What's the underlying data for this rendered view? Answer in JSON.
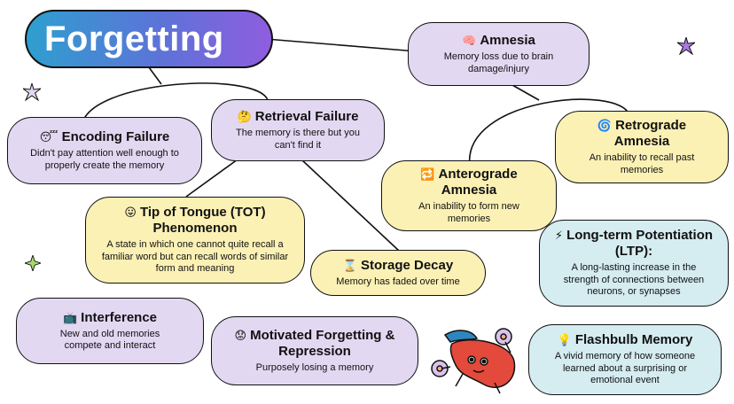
{
  "title": "Forgetting",
  "colors": {
    "purple": "#e3d8f2",
    "yellow": "#fbf1b5",
    "blue": "#d5ecf1",
    "gradient_start": "#2e9fcf",
    "gradient_end": "#8f5ddf"
  },
  "nodes": {
    "amnesia": {
      "icon": "brain-icon",
      "glyph": "🧠",
      "head": "Amnesia",
      "desc": "Memory loss due to brain damage/injury"
    },
    "encoding": {
      "icon": "sleepy-face-icon",
      "glyph": "😴",
      "head": "Encoding Failure",
      "desc": "Didn't pay attention well enough to properly create the memory"
    },
    "retrieval": {
      "icon": "thinking-face-icon",
      "glyph": "🤔",
      "head": "Retrieval Failure",
      "desc": "The memory is there but you can't find it"
    },
    "retrograde": {
      "icon": "spiral-icon",
      "glyph": "🌀",
      "head": "Retrograde Amnesia",
      "desc": "An inability to recall past memories"
    },
    "anterograde": {
      "icon": "repeat-arrows-icon",
      "glyph": "🔁",
      "head": "Anterograde Amnesia",
      "desc": "An inability to form new memories"
    },
    "tot": {
      "icon": "tongue-face-icon",
      "glyph": "😛",
      "head": "Tip of Tongue (TOT) Phenomenon",
      "desc": "A state in which one cannot quite recall a familiar word but can recall words of similar form and meaning"
    },
    "ltp": {
      "icon": "lightning-icon",
      "glyph": "⚡",
      "head": "Long-term Potentiation (LTP):",
      "desc": "A long-lasting increase in the strength of connections between neurons, or synapses"
    },
    "decay": {
      "icon": "hourglass-icon",
      "glyph": "⌛",
      "head": "Storage Decay",
      "desc": "Memory has faded over time"
    },
    "interference": {
      "icon": "television-icon",
      "glyph": "📺",
      "head": "Interference",
      "desc": "New and old memories compete and interact"
    },
    "motivated": {
      "icon": "worried-face-icon",
      "glyph": "😟",
      "head": "Motivated Forgetting & Repression",
      "desc": "Purposely losing a memory"
    },
    "flashbulb": {
      "icon": "light-bulb-icon",
      "glyph": "💡",
      "head": "Flashbulb Memory",
      "desc": "A vivid memory of how someone learned about a surprising or emotional event"
    }
  }
}
